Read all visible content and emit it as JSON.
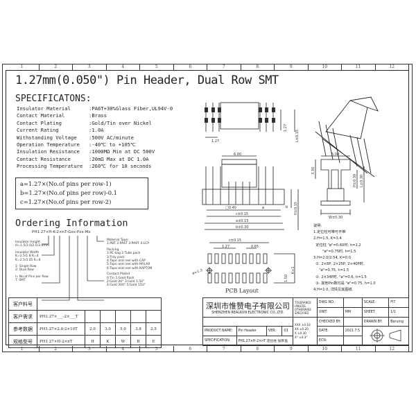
{
  "grid": {
    "columns": [
      "1",
      "2",
      "3",
      "4",
      "5",
      "6",
      "7",
      "8",
      "9",
      "10",
      "11",
      "12"
    ]
  },
  "title": "1.27mm(0.050\") Pin Header, Dual Row SMT",
  "specifications": {
    "heading": "SPECIFICATONS:",
    "items": [
      {
        "label": "Insulator Material",
        "value": ":PA6T+30%Glass Fiber,UL94V-0"
      },
      {
        "label": "Contact Material",
        "value": ":Brass"
      },
      {
        "label": "Contact Plating",
        "value": ":Gold/Tin over Nickel"
      },
      {
        "label": "Current Rating",
        "value": ":1.0A"
      },
      {
        "label": "Withstanding Voltage",
        "value": ":500V AC/minute"
      },
      {
        "label": "Operation Temperature",
        "value": ":-40℃ to +105℃"
      },
      {
        "label": "Insulation Resistance",
        "value": ":1000MΩ Min at DC 500V"
      },
      {
        "label": "Contact Resistance",
        "value": ":20mΩ Max at DC 1.0A"
      },
      {
        "label": "Processing Temperature",
        "value": ":260℃ for 10 seconds"
      }
    ]
  },
  "formulas": [
    "a=1.27×(No.of pins per row-1)",
    "b=1.27×(No.of pins per row)-0.1",
    "c=1.27×(No.of pins per row-2)"
  ],
  "ordering": {
    "heading": "Ordering Information",
    "code": "PH1.27×H-K-2×nT-Gxx-Pxx-Mx",
    "left": [
      "Insulator Height",
      "H=1.5/2.0/2.5/3.0mm",
      "Insulator Width",
      "K=2.5/1.8  K=4",
      "K=2.5/3.05  K=6",
      "1: Single Row",
      "2: Dual Row",
      "n: No.of Pins per Row",
      "T: SMT"
    ],
    "right": [
      "Material Type:",
      "1:PBT 2:PA6T 3:PA9T 4:LCP",
      "Packing",
      "1:PE bag   2:Tube pack",
      "3:Tray pack",
      "4:Tape and reel with CAP",
      "5:Tape and reel with MYLAR",
      "6:Tape and reel with KAPTON",
      "Contact Plated",
      "0:Tin       1:Gold flash",
      "2:Gold 3U\"   3:Gold 1.5U\"",
      "4:Gold 30U\"  5:Gold 15U\""
    ]
  },
  "dims": {
    "d127": "1.27",
    "d1l": "1.27",
    "l015": "L±0.15",
    "d600": "6.00",
    "d500": "5.00",
    "d330": "3.30",
    "h030": "H±0.30",
    "l030": "L±0.30",
    "sq": "□0.40",
    "phi": "ø",
    "b": "b",
    "hs": "H±0.15",
    "c": "c±0.15",
    "a": "a±0.15",
    "bb": "b±0.30",
    "w": "W±0.30",
    "pc": "c±0.15",
    "p127": "1.27",
    "p065": "0.65",
    "p13": "ø=1.3",
    "pk": "K+1",
    "p150": "1.50",
    "pcb": "PCB Layout"
  },
  "notes": {
    "title": "说明:",
    "lines": [
      "1.定位柱可带可不带",
      "2.H=1.5, K=3.4",
      "  定位柱 \"ø\"=0.60时, h=1.2",
      "        \"ø\"=0.75时, h=1.5",
      "3.H=2.0/2.54, K=0.0",
      "  ①. 2×8P, 2×25P, 2×40P时,",
      "     \"ø\"=0.75, h=1.5",
      "  ②. 2×34P时, \"ø\"=0.6, h=1.5",
      "  ③. 其他Pin数均是 \"ø\"=0.75, h=1.0",
      "4.H=1.0, 详情见其图纸."
    ]
  },
  "customer_table": {
    "rows": [
      {
        "label": "客户料号",
        "model": "",
        "values": []
      },
      {
        "label": "客户需求",
        "model": "PH1.27×___-2×___T",
        "values": [
          "",
          "",
          "",
          "",
          ""
        ]
      },
      {
        "label": "参考数据",
        "model": "PH1.27×2.0-2×10T",
        "values": [
          "2.0",
          "3.0",
          "5.0",
          "3.8",
          "2.5"
        ]
      },
      {
        "label": "规格型号",
        "model": "PH1.27×H-2×nT",
        "values": [
          "H",
          "K",
          "W",
          "B",
          "E"
        ]
      }
    ]
  },
  "title_block": {
    "company_cn": "深圳市惟赞电子有限公司",
    "company_en": "SHENZHEN REALKUN ELECTRONIC CO.,LTD.",
    "tolerance_label": "TOLERANCE UNLESS OTHERWISE SPECIFIED",
    "tolerances": [
      "XXX  ±0.10",
      "XX   ±0.20",
      "X    ±0.30",
      "X°   ±0.3°"
    ],
    "dwg_no_label": "DWG NO.:",
    "dwg_no": "",
    "scale_label": "SCALE:",
    "scale": "FIT",
    "unit_label": "UNIT:",
    "unit": "MM",
    "sheet_label": "SHEET:",
    "sheet": "1/1",
    "checked_label": "CHECKED BY:",
    "checked": "",
    "drawn_label": "DRAWN BY:",
    "drawn": "Baruing",
    "product_label": "PRODUCT NAME:",
    "product": "Pin Header",
    "ver_label": "VER:",
    "ver": "03",
    "date_label": "DATE:",
    "date": "2021.7.5",
    "spec_label": "SPECIFICATION:",
    "spec": "PH1.27×H-2×nT 定位柱 加肝盖",
    "ecn_label": "ECN:",
    "ecn": ""
  }
}
